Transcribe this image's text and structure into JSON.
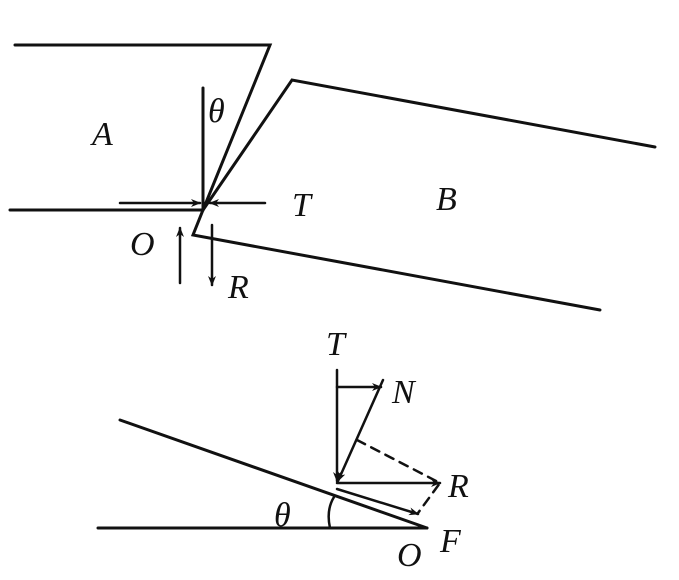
{
  "labels": {
    "block_a": "A",
    "block_b": "B",
    "angle_top": "θ",
    "point_o_top": "O",
    "force_t_top": "T",
    "force_r_top": "R",
    "force_t": "T",
    "force_n": "N",
    "force_r": "R",
    "force_f": "F",
    "angle_bottom": "θ",
    "point_o_bottom": "O"
  },
  "colors": {
    "ink": "#111111"
  }
}
